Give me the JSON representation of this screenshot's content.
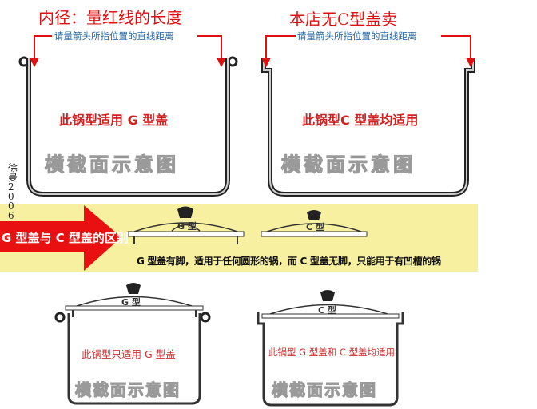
{
  "top_left": {
    "title": "内径：量红线的长度",
    "measure_note": "请量箭头所指位置的直线距离",
    "pot_text": "此锅型适用 G 型盖",
    "watermark": "横截面示意图"
  },
  "top_right": {
    "title": "本店无C型盖卖",
    "measure_note": "请量箭头所指位置的直线距离",
    "pot_text": "此锅型C 型盖均适用",
    "watermark": "横截面示意图"
  },
  "side_signature": "徐曼2006",
  "banner": {
    "arrow_text": "G 型盖与 C 型盖的区别",
    "g_lid_label": "G 型",
    "c_lid_label": "C 型",
    "caption": "G 型盖有脚，适用于任何圆形的锅，而 C 型盖无脚，只能用于有凹槽的锅",
    "background": "#f7f0a0",
    "arrow_color": "#e81010"
  },
  "bottom_left": {
    "lid_label": "G 型",
    "pot_text": "此锅型只适用 G 型盖",
    "watermark": "横截面示意图"
  },
  "bottom_right": {
    "lid_label": "C 型",
    "pot_text": "此锅型 G 型盖和 C 型盖均适用",
    "watermark": "横截面示意图"
  }
}
